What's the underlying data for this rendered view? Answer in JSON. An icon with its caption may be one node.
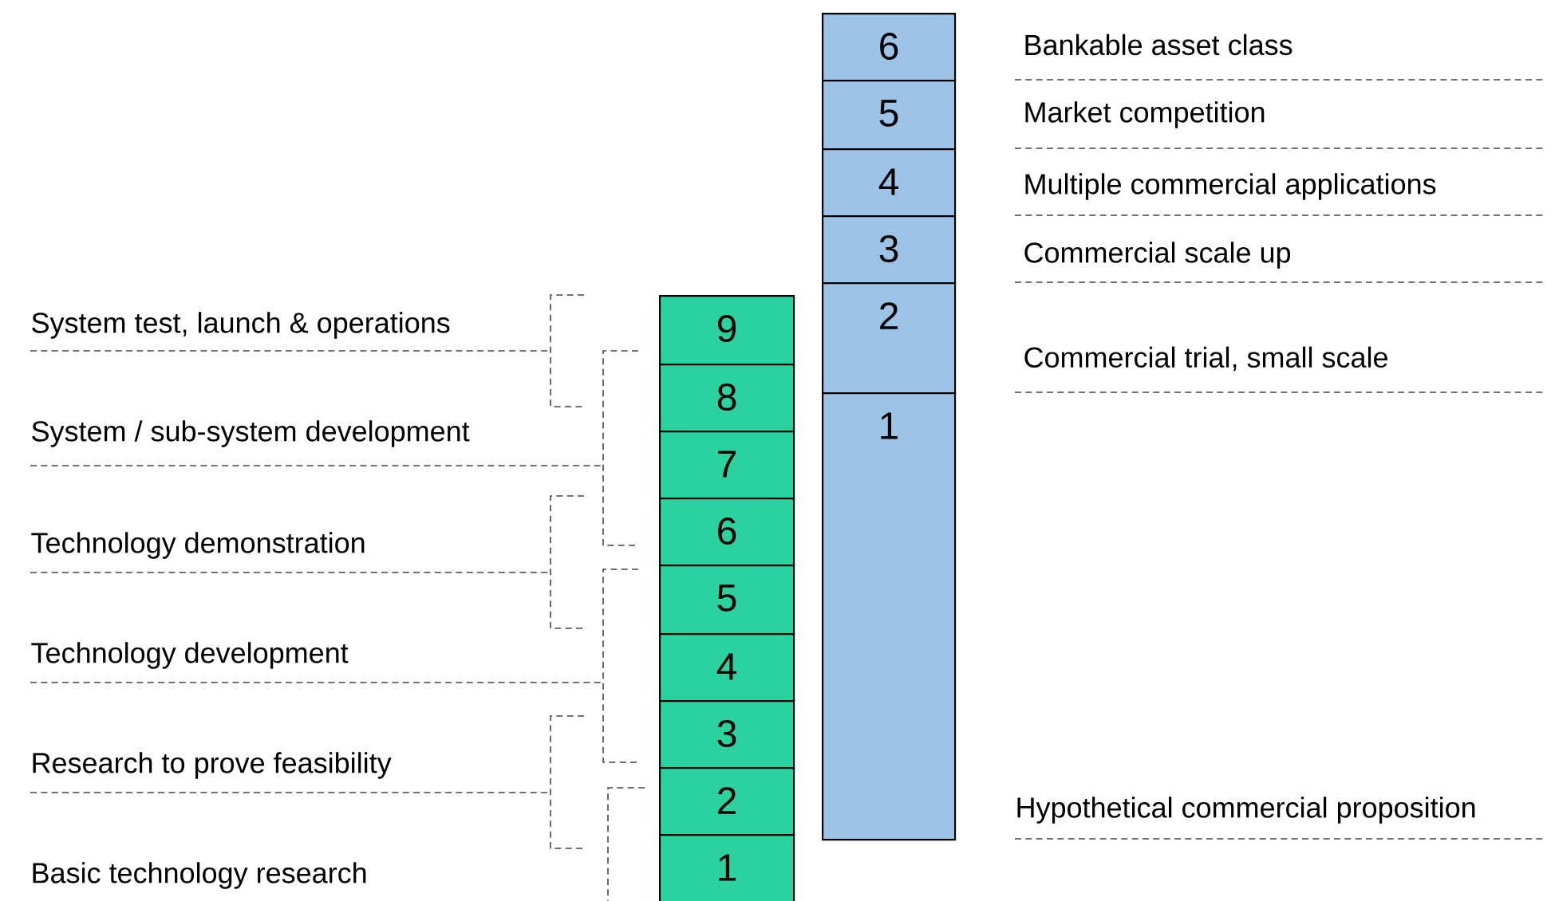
{
  "diagram": {
    "nodes": [
      {
        "text": [
          "6"
        ],
        "beside": [
          "Bankable asset class"
        ]
      },
      {
        "text": [
          "5"
        ],
        "beside": [
          "Market competition"
        ]
      },
      {
        "text": [
          "4"
        ],
        "beside": [
          "Multiple commercial applications"
        ]
      },
      {
        "text": [
          "3"
        ],
        "beside": [
          "Commercial scale up"
        ]
      },
      {
        "text": [
          "2"
        ],
        "beside": [
          "Commercial trial, small scale"
        ]
      },
      {
        "text": [
          "1"
        ],
        "beside": [
          "Hypothetical commercial proposition"
        ]
      },
      {
        "text": [
          "9"
        ]
      },
      {
        "text": [
          "8"
        ]
      },
      {
        "text": [
          "7"
        ]
      },
      {
        "text": [
          "6"
        ]
      },
      {
        "text": [
          "5"
        ]
      },
      {
        "text": [
          "4"
        ]
      },
      {
        "text": [
          "3"
        ]
      },
      {
        "text": [
          "2"
        ]
      },
      {
        "text": [
          "1"
        ]
      }
    ],
    "labels": [
      "System test, launch & operations",
      "System / sub-system development",
      "Technology demonstration",
      "Technology development",
      "Research to prove feasibility",
      "Basic technology research"
    ]
  }
}
